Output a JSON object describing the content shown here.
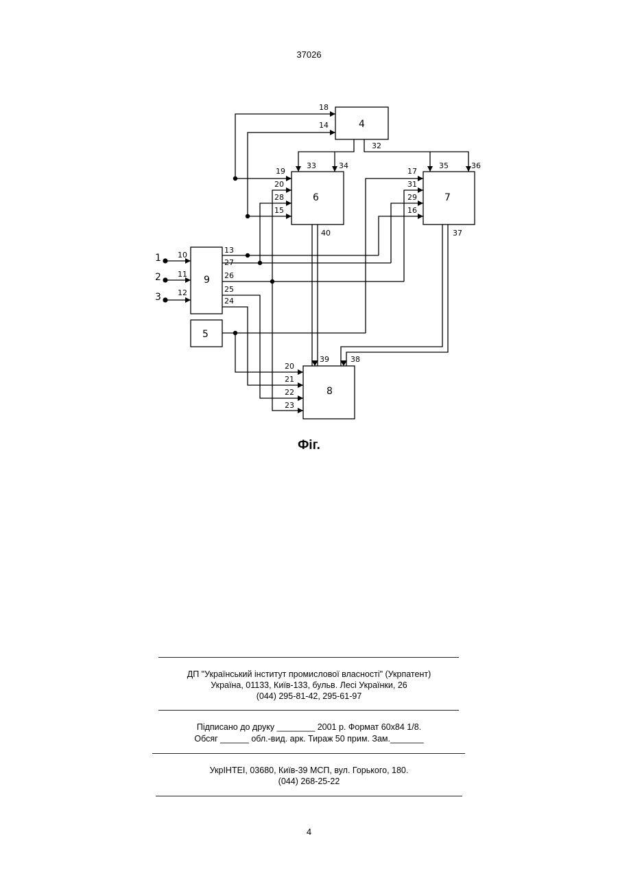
{
  "page_header": "37026",
  "figure": {
    "caption": "Фіг.",
    "blocks": [
      "4",
      "5",
      "6",
      "7",
      "8",
      "9"
    ],
    "inputs": [
      "1",
      "2",
      "3"
    ],
    "labels": {
      "l18": "18",
      "l14": "14",
      "l32": "32",
      "l33": "33",
      "l34": "34",
      "l35": "35",
      "l36": "36",
      "l19": "19",
      "l20a": "20",
      "l28": "28",
      "l15": "15",
      "l17": "17",
      "l31": "31",
      "l29": "29",
      "l16": "16",
      "l40": "40",
      "l37": "37",
      "l10": "10",
      "l11": "11",
      "l12": "12",
      "l13": "13",
      "l27": "27",
      "l26": "26",
      "l25": "25",
      "l24": "24",
      "l39": "39",
      "l38": "38",
      "l20b": "20",
      "l21": "21",
      "l22": "22",
      "l23": "23"
    }
  },
  "footer": {
    "org_line1": "ДП \"Український інститут промислової власності\" (Укрпатент)",
    "org_line2": "Україна, 01133, Київ-133, бульв. Лесі Українки, 26",
    "org_line3": "(044) 295-81-42, 295-61-97",
    "print_line1": "Підписано до друку ________ 2001 р. Формат 60х84 1/8.",
    "print_line2": "Обсяг ______ обл.-вид. арк. Тираж 50 прим. Зам._______",
    "ukr_line1": "УкрІНТЕІ, 03680, Київ-39 МСП, вул. Горького, 180.",
    "ukr_line2": "(044) 268-25-22"
  },
  "page_footer": "4"
}
